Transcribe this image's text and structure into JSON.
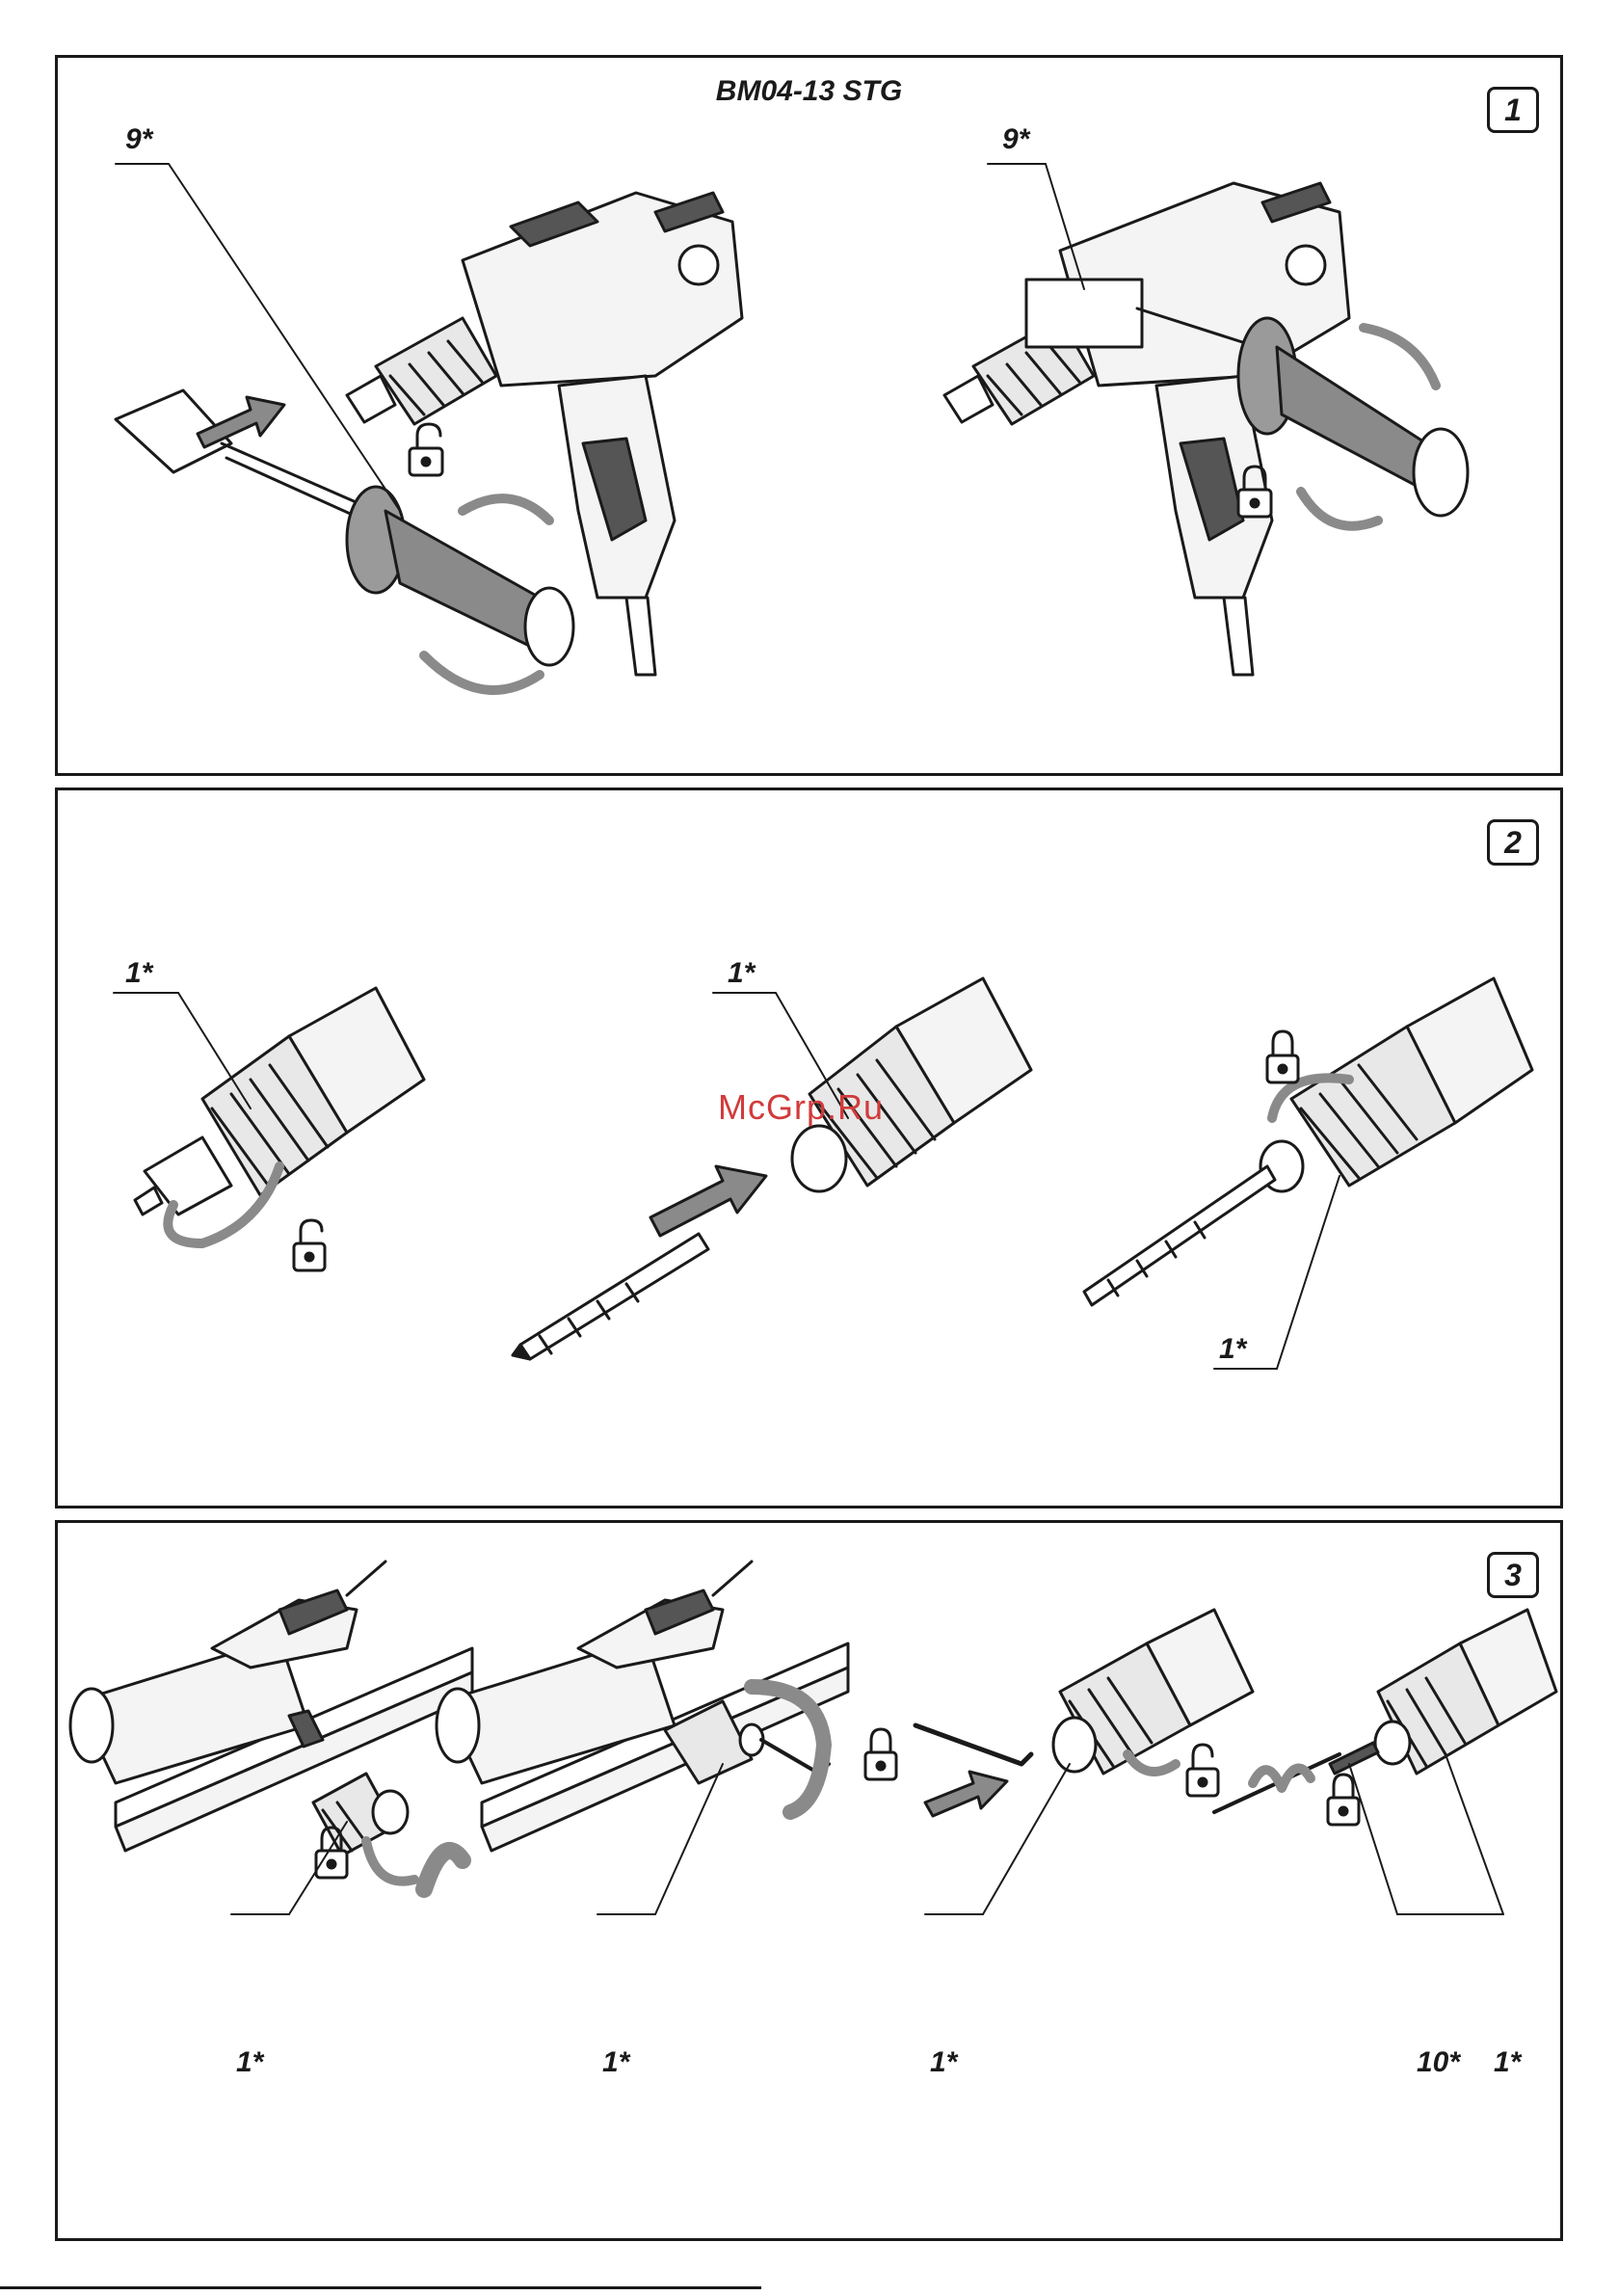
{
  "header": {
    "model": "BM04-13 STG"
  },
  "panels": [
    {
      "number": "1",
      "callouts": [
        "9*",
        "9*"
      ]
    },
    {
      "number": "2",
      "callouts": [
        "1*",
        "1*",
        "1*"
      ]
    },
    {
      "number": "3",
      "callouts": [
        "1*",
        "1*",
        "1*",
        "10*",
        "1*"
      ]
    }
  ],
  "watermark": "McGrp.Ru",
  "icons": [
    "arrow-icon",
    "unlock-icon",
    "lock-icon",
    "rotate-arrow-icon"
  ],
  "colors": {
    "line": "#1a1a1a",
    "shade": "#8a8a8a",
    "watermark": "#d23a3a"
  }
}
